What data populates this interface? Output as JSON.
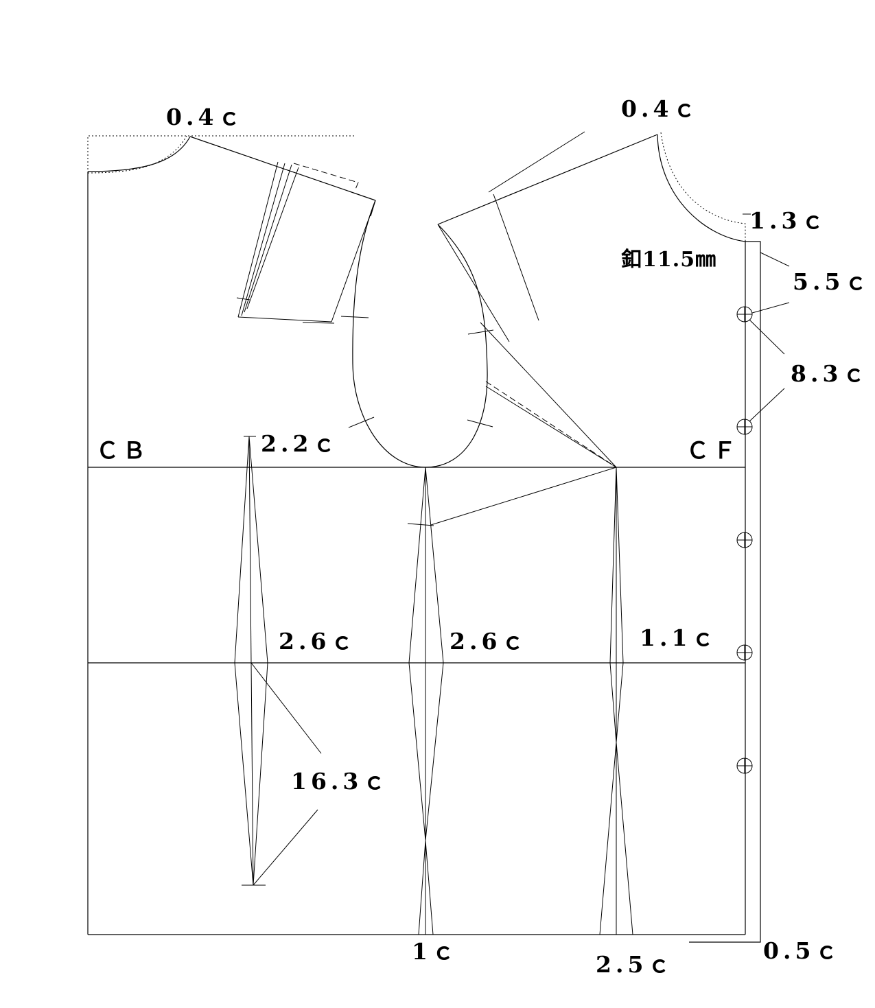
{
  "labels": {
    "back_neck_drop": "0.4ｃ",
    "front_neck_drop": "0.4ｃ",
    "front_neck_ext": "1.3ｃ",
    "button_note": "釦11.5㎜",
    "first_button": "5.5ｃ",
    "button_spacing": "8.3ｃ",
    "center_back": "ＣＢ",
    "center_front": "ＣＦ",
    "back_dart_top": "2.2ｃ",
    "back_dart_width": "2.6ｃ",
    "side_dart_width": "2.6ｃ",
    "front_dart_width": "1.1ｃ",
    "back_dart_length": "16.3ｃ",
    "side_hem": "1ｃ",
    "front_hem": "2.5ｃ",
    "placket_hem": "0.5ｃ"
  }
}
